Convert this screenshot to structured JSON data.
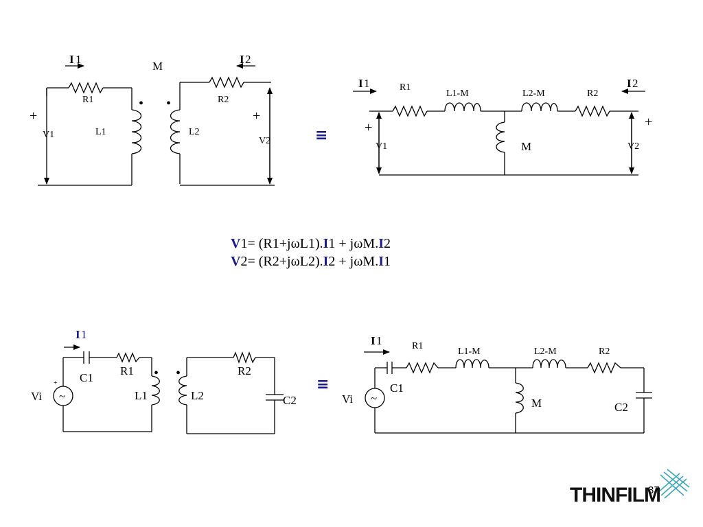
{
  "slide": {
    "page_number": "37",
    "logo_text": "THINFILM",
    "equivalence_symbol": "≡"
  },
  "top_left": {
    "I1": "1",
    "I2": "2",
    "I_letter": "I",
    "M": "M",
    "R1": "R1",
    "R2": "R2",
    "L1": "L1",
    "L2": "L2",
    "V1": "V1",
    "V2": "V2",
    "plus": "+",
    "dot": "•"
  },
  "top_right": {
    "I_letter": "I",
    "I1": "1",
    "I2": "2",
    "R1": "R1",
    "L1M": "L1-M",
    "L2M": "L2-M",
    "R2": "R2",
    "M": "M",
    "V1": "V1",
    "V2": "V2",
    "plus": "+"
  },
  "equations": {
    "line1": {
      "V": "V",
      "a": "1= (R1+jωL1).",
      "I1": "I",
      "b": "1 + jωM.",
      "I2": "I",
      "c": "2"
    },
    "line2": {
      "V": "V",
      "a": "2= (R2+jωL2).",
      "I1": "I",
      "b": "2 + jωM.",
      "I2": "I",
      "c": "1"
    }
  },
  "bottom_left": {
    "I_letter": "I",
    "I1": "1",
    "C1": "C1",
    "R1": "R1",
    "L1": "L1",
    "L2": "L2",
    "R2": "R2",
    "C2": "C2",
    "Vi": "Vi",
    "plus": "+",
    "tilde": "~",
    "dot": "•"
  },
  "bottom_right": {
    "I_letter": "I",
    "I1": "1",
    "R1": "R1",
    "L1M": "L1-M",
    "L2M": "L2-M",
    "R2": "R2",
    "C1": "C1",
    "M": "M",
    "C2": "C2",
    "Vi": "Vi",
    "tilde": "~"
  }
}
